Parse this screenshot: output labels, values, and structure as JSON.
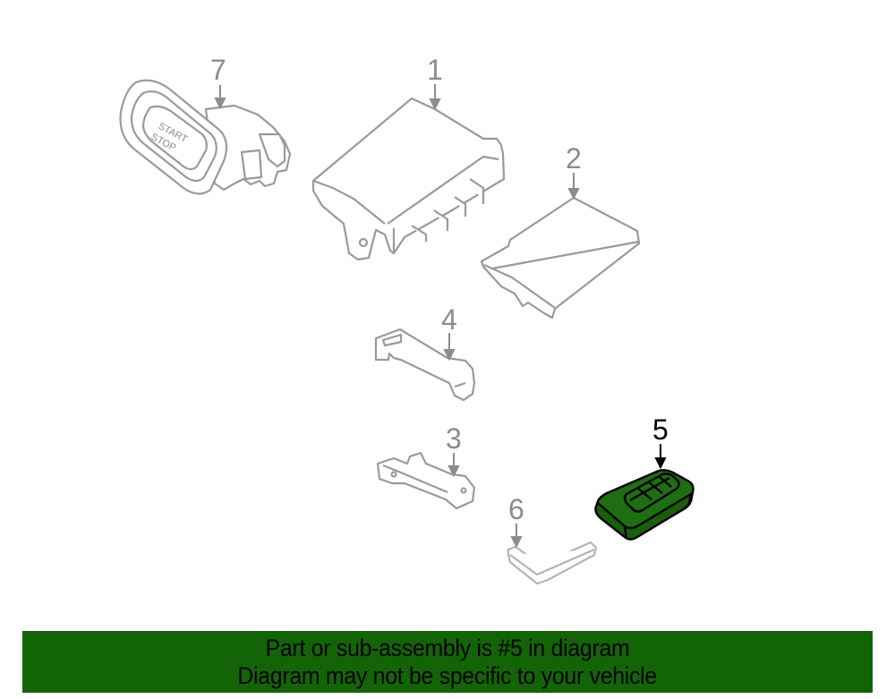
{
  "diagram": {
    "highlighted_part": "5",
    "highlight_color": "#1e6e12",
    "line_color": "#8c8c8c",
    "parts": [
      {
        "number": "7",
        "description": "start-stop push button switch",
        "label_text": "START STOP"
      },
      {
        "number": "1",
        "description": "control module"
      },
      {
        "number": "2",
        "description": "receiver module"
      },
      {
        "number": "4",
        "description": "bracket"
      },
      {
        "number": "3",
        "description": "bracket"
      },
      {
        "number": "6",
        "description": "emergency key blade"
      },
      {
        "number": "5",
        "description": "remote key fob"
      }
    ],
    "start_label_line1": "START",
    "start_label_line2": "STOP"
  },
  "banner": {
    "background": "#136406",
    "line1": "Part or sub-assembly is #5 in diagram",
    "line2": "Diagram may not be specific to your vehicle"
  }
}
